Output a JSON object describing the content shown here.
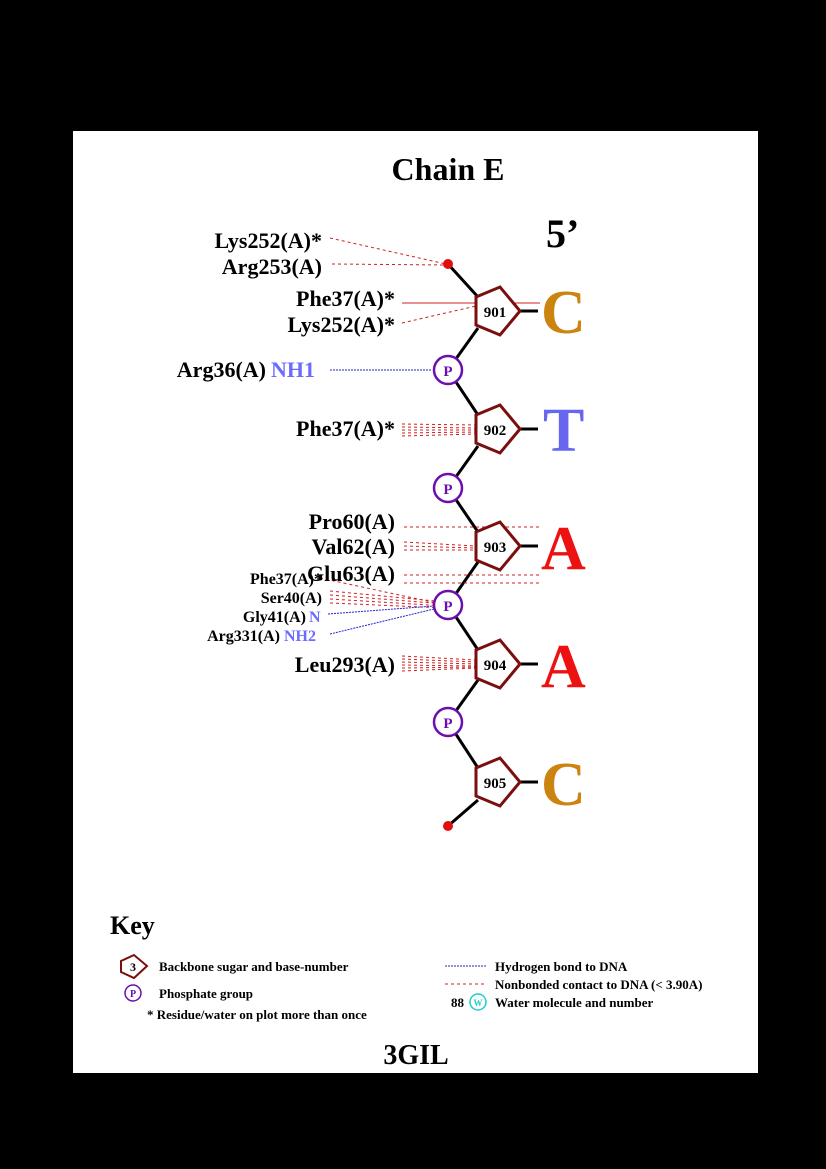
{
  "chain_title": "Chain E",
  "five_prime": "5’",
  "bottom_title": "3GIL",
  "colors": {
    "sugar": "#7a0f0f",
    "phosphate": "#6b0fb0",
    "end_dot": "#e01010",
    "hbond": "#2323cc",
    "nonbonded": "#d02020",
    "cytosine": "#cc8411",
    "thymine": "#6666ee",
    "adenine": "#ee1111",
    "atom_label": "#6b6bff",
    "water": "#22cccc"
  },
  "nucleotides": [
    {
      "num": "901",
      "base": "C",
      "base_color": "cytosine"
    },
    {
      "num": "902",
      "base": "T",
      "base_color": "thymine"
    },
    {
      "num": "903",
      "base": "A",
      "base_color": "adenine"
    },
    {
      "num": "904",
      "base": "A",
      "base_color": "adenine"
    },
    {
      "num": "905",
      "base": "C",
      "base_color": "cytosine"
    }
  ],
  "phosphate_label": "P",
  "residues": [
    {
      "label": "Lys252(A)*",
      "contact": "nonbonded"
    },
    {
      "label": "Arg253(A)",
      "contact": "nonbonded"
    },
    {
      "label": "Phe37(A)*",
      "contact": "nonbonded"
    },
    {
      "label": "Lys252(A)*",
      "contact": "nonbonded"
    },
    {
      "label": "Arg36(A)",
      "atom": "NH1",
      "contact": "hbond"
    },
    {
      "label": "Phe37(A)*",
      "contact": "nonbonded"
    },
    {
      "label": "Pro60(A)",
      "contact": "nonbonded"
    },
    {
      "label": "Val62(A)",
      "contact": "nonbonded"
    },
    {
      "label": "Glu63(A)",
      "contact": "nonbonded"
    },
    {
      "label": "Phe37(A)*",
      "contact": "nonbonded"
    },
    {
      "label": "Ser40(A)",
      "contact": "nonbonded"
    },
    {
      "label": "Gly41(A)",
      "atom": "N",
      "contact": "hbond"
    },
    {
      "label": "Arg331(A)",
      "atom": "NH2",
      "contact": "hbond"
    },
    {
      "label": "Leu293(A)",
      "contact": "nonbonded"
    }
  ],
  "key": {
    "title": "Key",
    "sugar_example_num": "3",
    "sugar_text": "Backbone sugar and base-number",
    "phosphate_text": "Phosphate group",
    "repeat_text": "* Residue/water on plot more than once",
    "hbond_text": "Hydrogen bond to DNA",
    "nonbonded_text": "Nonbonded contact to DNA (< 3.90A)",
    "water_num": "88",
    "water_symbol": "W",
    "water_text": "Water molecule and number"
  }
}
